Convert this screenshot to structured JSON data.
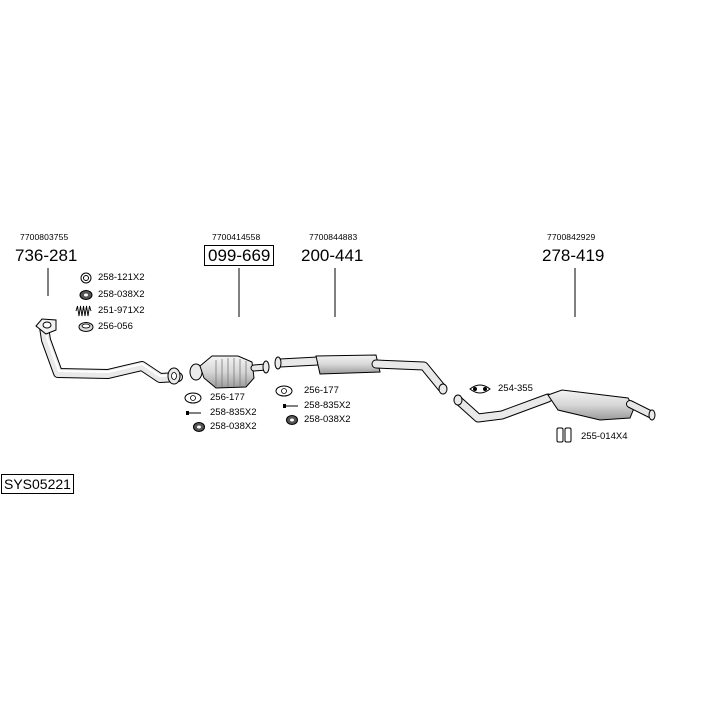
{
  "diagram_code": "SYS05221",
  "sections": [
    {
      "oem": "7700803755",
      "part": "736-281",
      "boxed": false
    },
    {
      "oem": "7700414558",
      "part": "099-669",
      "boxed": true
    },
    {
      "oem": "7700844883",
      "part": "200-441",
      "boxed": false
    },
    {
      "oem": "7700842929",
      "part": "278-419",
      "boxed": false
    }
  ],
  "hardware": [
    {
      "label": "258-121X2",
      "icon": "ring-icon"
    },
    {
      "label": "258-038X2",
      "icon": "nut-icon"
    },
    {
      "label": "251-971X2",
      "icon": "spring-icon"
    },
    {
      "label": "256-056",
      "icon": "ring-gasket-icon"
    },
    {
      "label": "256-177",
      "icon": "flange-gasket-icon"
    },
    {
      "label": "258-835X2",
      "icon": "bolt-icon"
    },
    {
      "label": "258-038X2",
      "icon": "nut-icon"
    },
    {
      "label": "256-177",
      "icon": "flange-gasket-icon"
    },
    {
      "label": "258-835X2",
      "icon": "bolt-icon"
    },
    {
      "label": "258-038X2",
      "icon": "nut-icon"
    },
    {
      "label": "254-355",
      "icon": "clamp-icon"
    },
    {
      "label": "255-014X4",
      "icon": "rubber-hanger-icon"
    }
  ]
}
